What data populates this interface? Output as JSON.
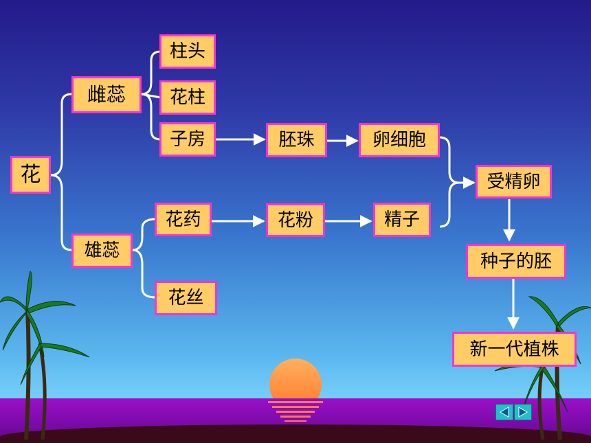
{
  "nodes": {
    "hua": "花",
    "cirui": "雌蕊",
    "zhutou": "柱头",
    "huazhu": "花柱",
    "zifang": "子房",
    "peizhu": "胚珠",
    "luanxibao": "卵细胞",
    "xiongrui": "雄蕊",
    "huayao": "花药",
    "huasi": "花丝",
    "huafen": "花粉",
    "jingzi": "精子",
    "shoujingluan": "受精卵",
    "zizidepei": "种子的胚",
    "xinyidaizhizhu": "新一代植株"
  },
  "nav": {
    "prev_icon": "triangle-left-icon",
    "next_icon": "triangle-right-icon"
  },
  "colors": {
    "node_fill": "#ffcc66",
    "node_border": "#ff33cc",
    "line": "#ffffff"
  }
}
